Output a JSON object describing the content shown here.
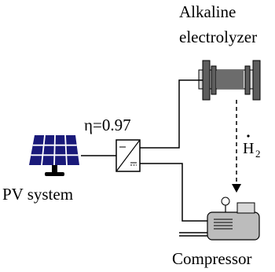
{
  "labels": {
    "electrolyzer_line1": "Alkaline",
    "electrolyzer_line2": "electrolyzer",
    "efficiency": "η=0.97",
    "hydrogen_symbol": "H",
    "hydrogen_subscript": "2",
    "pv": "PV system",
    "compressor": "Compressor"
  },
  "colors": {
    "panel": "#1a1a7a",
    "panel_grid": "#ffffff",
    "electrolyzer_dark": "#5e5e5e",
    "electrolyzer_light": "#d9d9d9",
    "compressor_body": "#bcbcbc",
    "line": "#000000"
  },
  "icons": [
    "solar-panel-icon",
    "converter-icon",
    "electrolyzer-icon",
    "compressor-icon"
  ]
}
